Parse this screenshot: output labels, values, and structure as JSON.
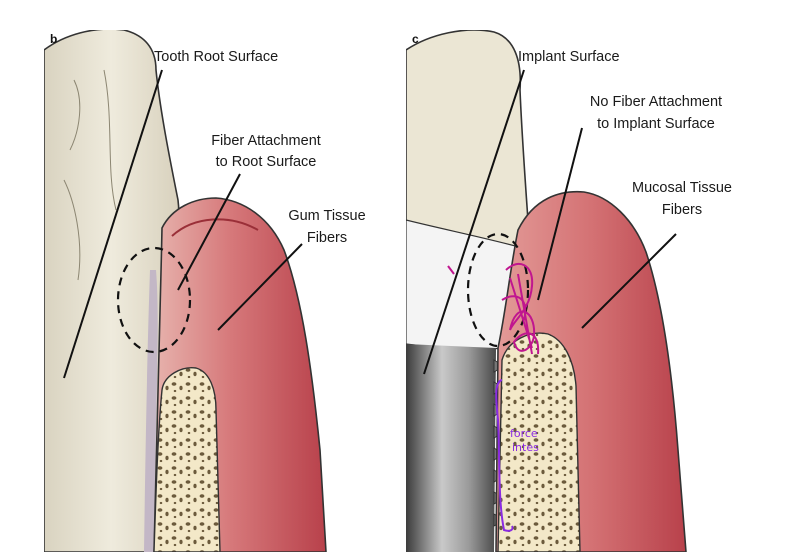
{
  "panels": [
    {
      "letter": "b",
      "labels": {
        "tooth_root_surface": "Tooth Root Surface",
        "fiber_attachment_1": "Fiber Attachment",
        "fiber_attachment_2": "to Root Surface",
        "gum_tissue_1": "Gum Tissue",
        "gum_tissue_2": "Fibers"
      }
    },
    {
      "letter": "c",
      "labels": {
        "implant_surface": "Implant Surface",
        "no_fiber_1": "No Fiber Attachment",
        "no_fiber_2": "to Implant Surface",
        "mucosal_1": "Mucosal Tissue",
        "mucosal_2": "Fibers"
      },
      "handwriting": {
        "line1": "force",
        "line2": "intes"
      }
    }
  ],
  "colors": {
    "tooth": "#ebe6d4",
    "gum": "#c9525a",
    "gum_light": "#e8a7a3",
    "bone": "#f3e8c8",
    "implant": "#8c8c8c",
    "annotation_magenta": "#c0168f",
    "annotation_purple": "#8a2be2"
  }
}
